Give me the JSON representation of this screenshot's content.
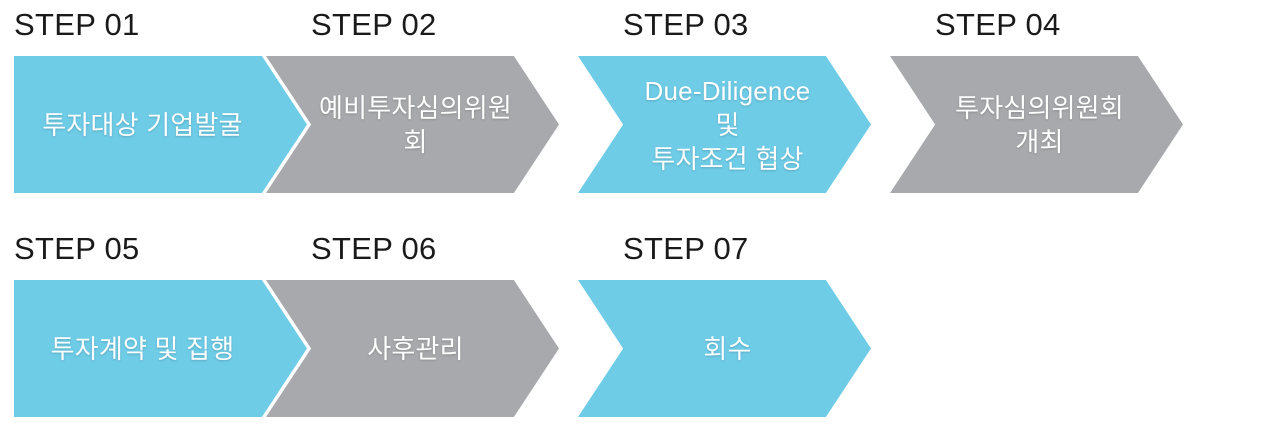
{
  "diagram": {
    "type": "chevron-process-flow",
    "title_text_visible": false,
    "colors": {
      "blue": "#6ECCE7",
      "gray": "#A7A9AC",
      "caption_text": "#1A1A1A",
      "label_text": "#FFFFFF",
      "background": "#FFFFFF"
    },
    "rows": [
      {
        "steps": [
          {
            "caption": "STEP 01",
            "label": "투자대상 기업발굴",
            "color": "blue",
            "has_notch": false
          },
          {
            "caption": "STEP 02",
            "label": "예비투자심의위원회",
            "color": "gray",
            "has_notch": true
          },
          {
            "caption": "STEP 03",
            "label": "Due-Diligence 및\n투자조건 협상",
            "color": "blue",
            "has_notch": true
          },
          {
            "caption": "STEP 04",
            "label": "투자심의위원회 개최",
            "color": "gray",
            "has_notch": true
          }
        ]
      },
      {
        "steps": [
          {
            "caption": "STEP 05",
            "label": "투자계약 및 집행",
            "color": "blue",
            "has_notch": false
          },
          {
            "caption": "STEP 06",
            "label": "사후관리",
            "color": "gray",
            "has_notch": true
          },
          {
            "caption": "STEP 07",
            "label": "회수",
            "color": "blue",
            "has_notch": true
          }
        ]
      }
    ]
  }
}
